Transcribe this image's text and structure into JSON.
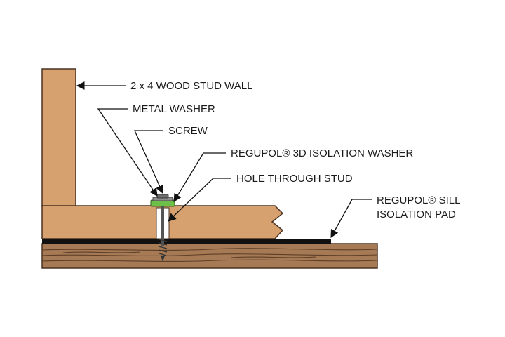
{
  "labels": {
    "wall": "2 x 4 WOOD STUD WALL",
    "metal_washer": "METAL WASHER",
    "screw": "SCREW",
    "isolation_washer": "REGUPOL® 3D ISOLATION WASHER",
    "hole": "HOLE THROUGH STUD",
    "sill_pad_line1": "REGUPOL® SILL",
    "sill_pad_line2": "ISOLATION PAD"
  },
  "colors": {
    "wood": "#d6a06f",
    "wood_outline": "#4a3322",
    "floor_wood": "#a67a55",
    "floor_grain": "#5e3f27",
    "sill_pad": "#111111",
    "washer_green": "#6cc04a",
    "metal_washer": "#8e8e8e",
    "screw": "#555555"
  }
}
